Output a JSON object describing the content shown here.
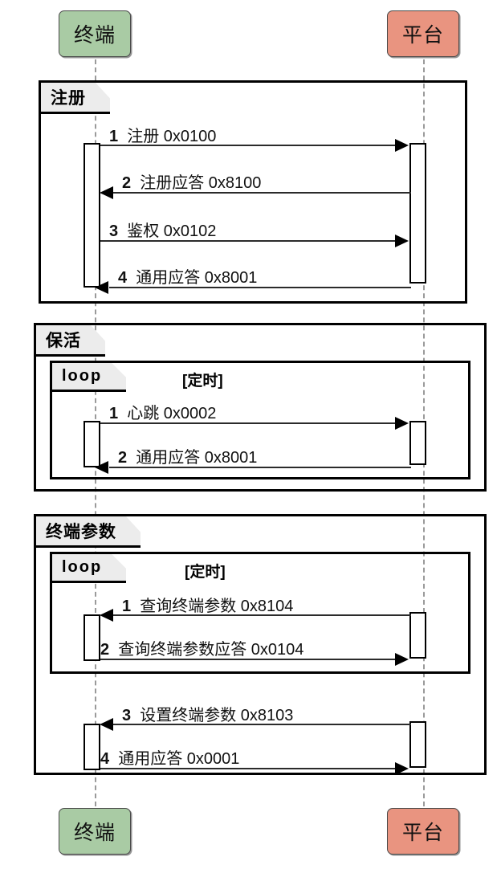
{
  "diagram": {
    "type": "uml-sequence-diagram",
    "participants": [
      {
        "id": "terminal",
        "label": "终端",
        "color": "#a9cba4"
      },
      {
        "id": "platform",
        "label": "平台",
        "color": "#e99480"
      }
    ],
    "fragments": [
      {
        "id": "register",
        "label": "注册",
        "nested": null,
        "messages": [
          {
            "seq": "1",
            "text": "注册 0x0100",
            "from": "terminal",
            "to": "platform",
            "direction": "right"
          },
          {
            "seq": "2",
            "text": "注册应答 0x8100",
            "from": "platform",
            "to": "terminal",
            "direction": "left"
          },
          {
            "seq": "3",
            "text": "鉴权 0x0102",
            "from": "terminal",
            "to": "platform",
            "direction": "right"
          },
          {
            "seq": "4",
            "text": "通用应答 0x8001",
            "from": "platform",
            "to": "terminal",
            "direction": "left"
          }
        ]
      },
      {
        "id": "keepalive",
        "label": "保活",
        "nested": {
          "label": "loop",
          "guard": "[定时]"
        },
        "messages": [
          {
            "seq": "1",
            "text": "心跳 0x0002",
            "from": "terminal",
            "to": "platform",
            "direction": "right"
          },
          {
            "seq": "2",
            "text": "通用应答 0x8001",
            "from": "platform",
            "to": "terminal",
            "direction": "left"
          }
        ]
      },
      {
        "id": "terminal-params",
        "label": "终端参数",
        "nested": {
          "label": "loop",
          "guard": "[定时]"
        },
        "messages": [
          {
            "seq": "1",
            "text": "查询终端参数 0x8104",
            "from": "platform",
            "to": "terminal",
            "direction": "left"
          },
          {
            "seq": "2",
            "text": "查询终端参数应答 0x0104",
            "from": "terminal",
            "to": "platform",
            "direction": "right"
          },
          {
            "seq": "3",
            "text": "设置终端参数 0x8103",
            "from": "platform",
            "to": "terminal",
            "direction": "left"
          },
          {
            "seq": "4",
            "text": "通用应答 0x0001",
            "from": "terminal",
            "to": "platform",
            "direction": "right"
          }
        ]
      }
    ]
  }
}
